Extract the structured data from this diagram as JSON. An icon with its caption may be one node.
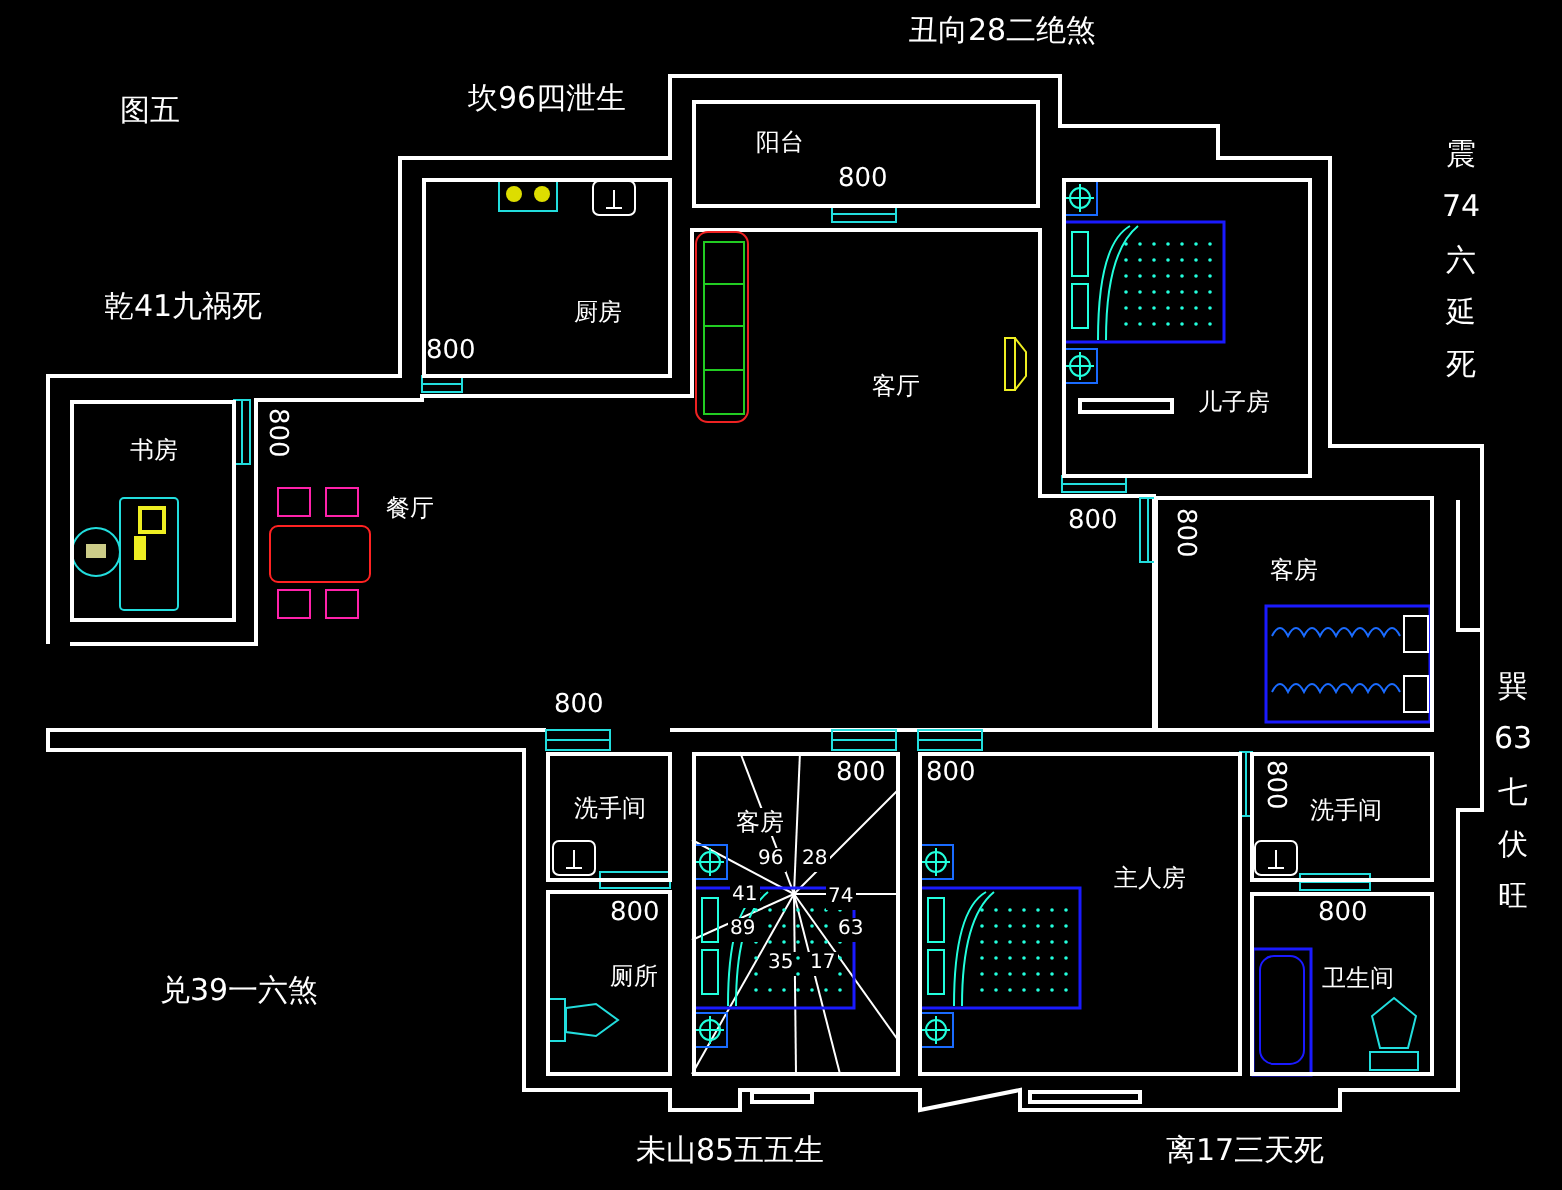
{
  "diagram": {
    "title": "图五",
    "nodes": [
      {
        "text": [
          "阳台"
        ]
      },
      {
        "text": [
          "厨房"
        ]
      },
      {
        "text": [
          "客厅"
        ]
      },
      {
        "text": [
          "儿子房"
        ]
      },
      {
        "text": [
          "书房"
        ]
      },
      {
        "text": [
          "餐厅"
        ]
      },
      {
        "text": [
          "客房"
        ]
      },
      {
        "text": [
          "洗手间"
        ]
      },
      {
        "text": [
          "客房"
        ]
      },
      {
        "text": [
          "主人房"
        ]
      },
      {
        "text": [
          "洗手间"
        ]
      },
      {
        "text": [
          "厕所"
        ]
      },
      {
        "text": [
          "卫生间"
        ]
      }
    ],
    "labels": [
      "坎96四泄生",
      "丑向28二绝煞",
      "800",
      "乾41九祸死",
      "震74六延死",
      "800",
      "800",
      "800",
      "800",
      "800",
      "800",
      "800",
      "800",
      "巽63七伏旺",
      "800",
      "800",
      "96",
      "28",
      "41",
      "74",
      "89",
      "63",
      "35",
      "17",
      "兑39一六煞",
      "未山85五五生",
      "离17三天死"
    ]
  }
}
